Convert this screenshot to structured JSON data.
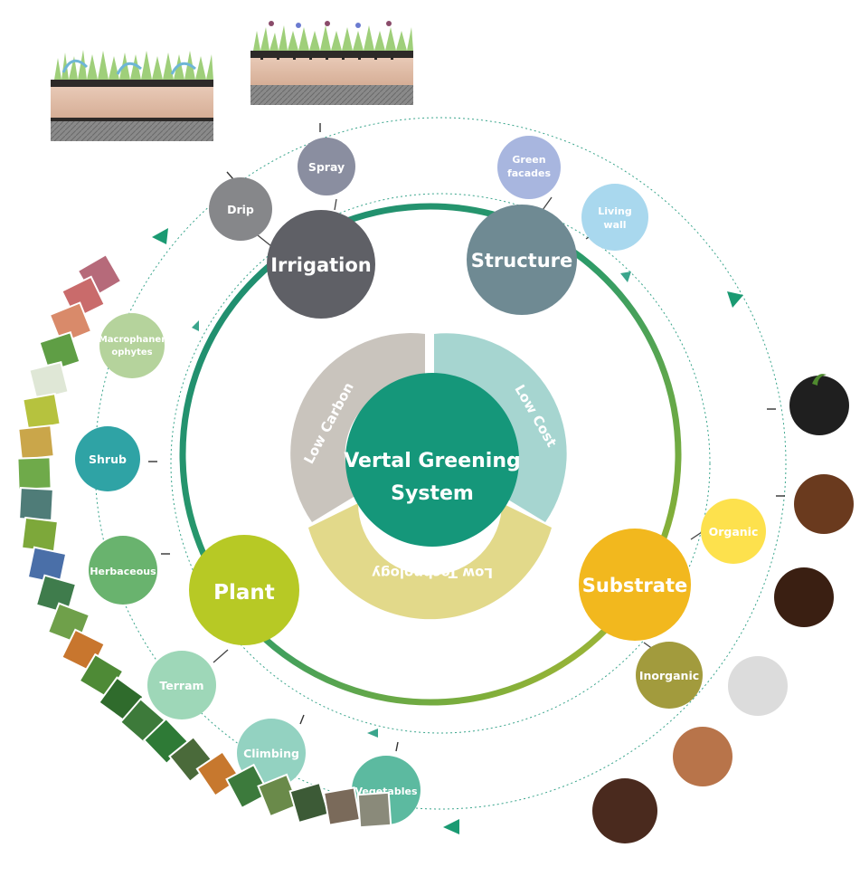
{
  "center": {
    "line1": "Vertal Greening",
    "line2": "System"
  },
  "pillars": {
    "low_carbon": "Low Carbon",
    "low_cost": "Low Cost",
    "low_technology": "Low Technology"
  },
  "hubs": {
    "irrigation": "Irrigation",
    "structure": "Structure",
    "plant": "Plant",
    "substrate": "Substrate"
  },
  "irrigation_types": {
    "spray": "Spray",
    "drip": "Drip"
  },
  "structure_types": {
    "green_facades_1": "Green",
    "green_facades_2": "facades",
    "living_wall_1": "Living",
    "living_wall_2": "wall"
  },
  "plant_types": {
    "macrophanerophytes_1": "Macrophaner",
    "macrophanerophytes_2": "ophytes",
    "shrub": "Shrub",
    "herbaceous": "Herbaceous",
    "terram": "Terram",
    "climbing": "Climbing",
    "vegetables": "Vegetables"
  },
  "substrate_types": {
    "organic": "Organic",
    "inorganic": "Inorganic"
  },
  "colors": {
    "center": "#15977a",
    "low_carbon": "#c9c4bd",
    "low_cost": "#a6d5d0",
    "low_technology": "#e2d98a",
    "irrigation": "#5f6066",
    "structure": "#6f8a93",
    "plant": "#b7c925",
    "substrate": "#f2b81e"
  }
}
